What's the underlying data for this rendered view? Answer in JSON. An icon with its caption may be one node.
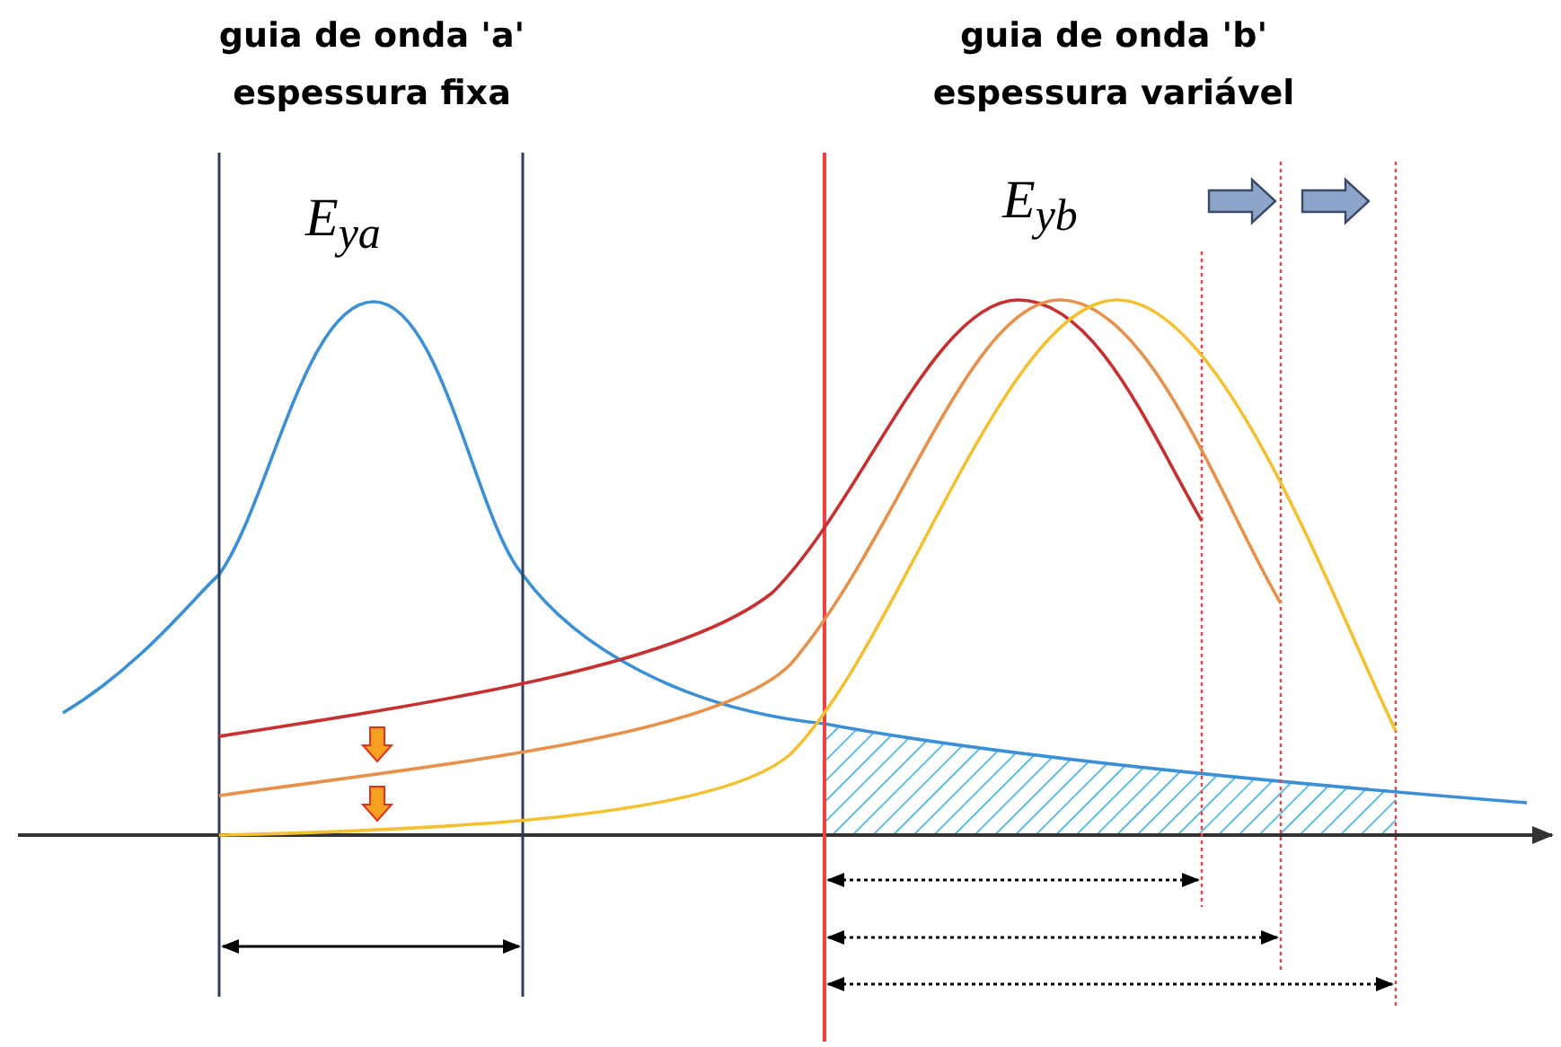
{
  "diagram": {
    "labels": [
      "guia de onda 'a' espessura fixa",
      "guia de onda 'b' espessura variável",
      "E$_{ya}$",
      "E$_{yb}$"
    ]
  }
}
